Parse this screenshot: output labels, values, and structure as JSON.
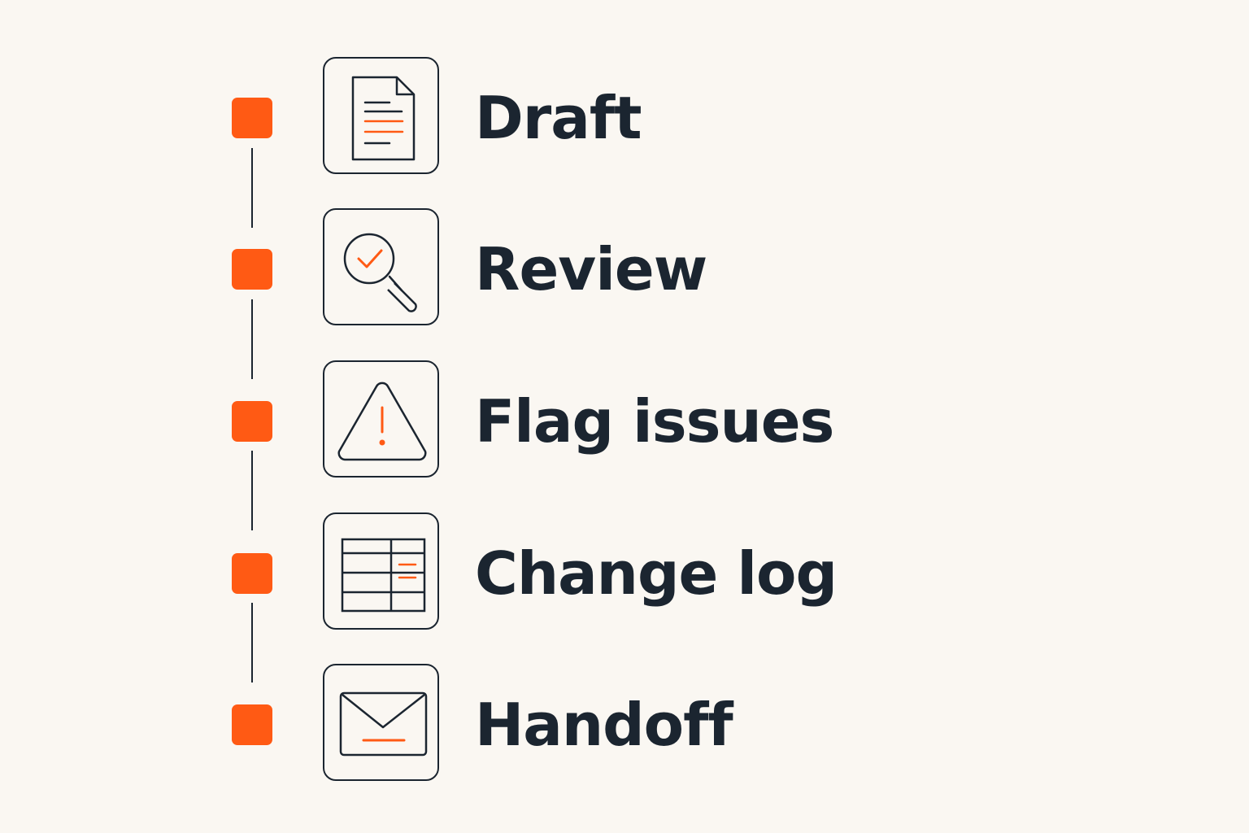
{
  "colors": {
    "background": "#faf7f2",
    "ink": "#1b2530",
    "accent": "#ff5a14"
  },
  "steps": [
    {
      "label": "Draft",
      "icon": "document-icon"
    },
    {
      "label": "Review",
      "icon": "magnifier-check-icon"
    },
    {
      "label": "Flag issues",
      "icon": "warning-triangle-icon"
    },
    {
      "label": "Change log",
      "icon": "table-icon"
    },
    {
      "label": "Handoff",
      "icon": "envelope-icon"
    }
  ]
}
